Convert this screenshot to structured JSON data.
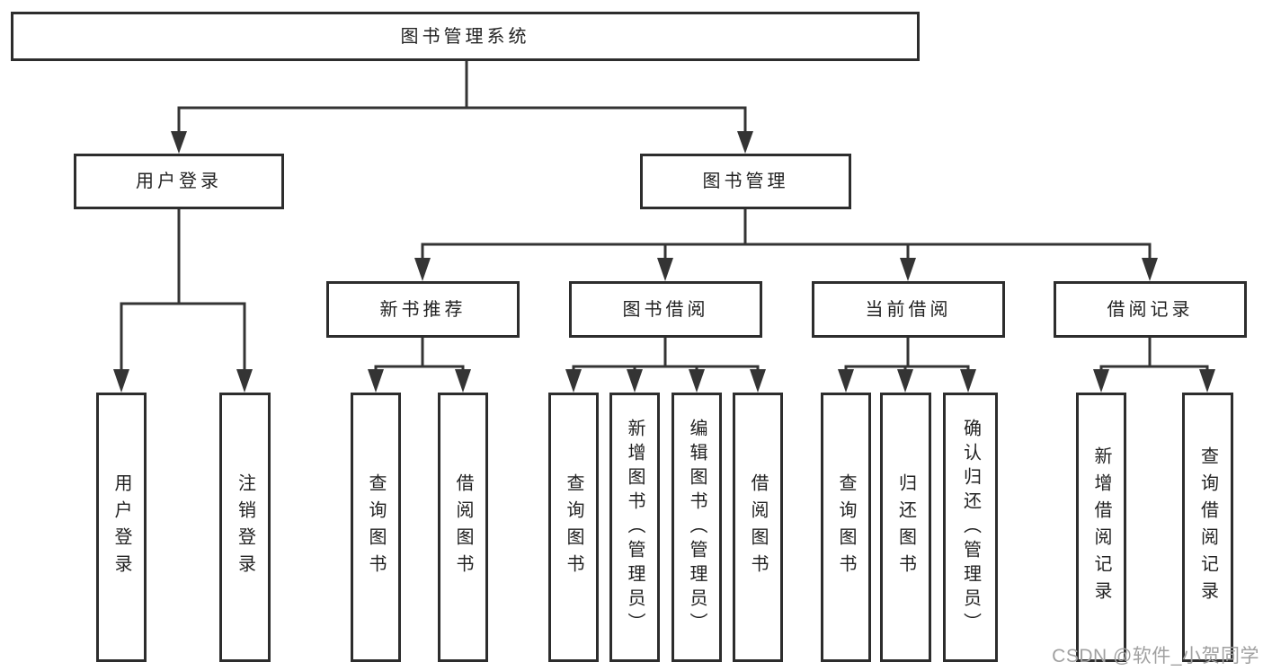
{
  "tree": {
    "label": "图书管理系统",
    "children": [
      {
        "label": "用户登录",
        "children": [
          {
            "label": "用户登录"
          },
          {
            "label": "注销登录"
          }
        ]
      },
      {
        "label": "图书管理",
        "children": [
          {
            "label": "新书推荐",
            "children": [
              {
                "label": "查询图书"
              },
              {
                "label": "借阅图书"
              }
            ]
          },
          {
            "label": "图书借阅",
            "children": [
              {
                "label": "查询图书"
              },
              {
                "label": "新增图书（管理员）"
              },
              {
                "label": "编辑图书（管理员）"
              },
              {
                "label": "借阅图书"
              }
            ]
          },
          {
            "label": "当前借阅",
            "children": [
              {
                "label": "查询图书"
              },
              {
                "label": "归还图书"
              },
              {
                "label": "确认归还（管理员）"
              }
            ]
          },
          {
            "label": "借阅记录",
            "children": [
              {
                "label": "新增借阅记录"
              },
              {
                "label": "查询借阅记录"
              }
            ]
          }
        ]
      }
    ]
  },
  "watermark": {
    "text": "CSDN @软件_小贺同学"
  },
  "colors": {
    "line": "#343434",
    "border": "#2d2d2d",
    "text": "#222222",
    "watermark": "#a0a0a0",
    "background": "#ffffff"
  }
}
